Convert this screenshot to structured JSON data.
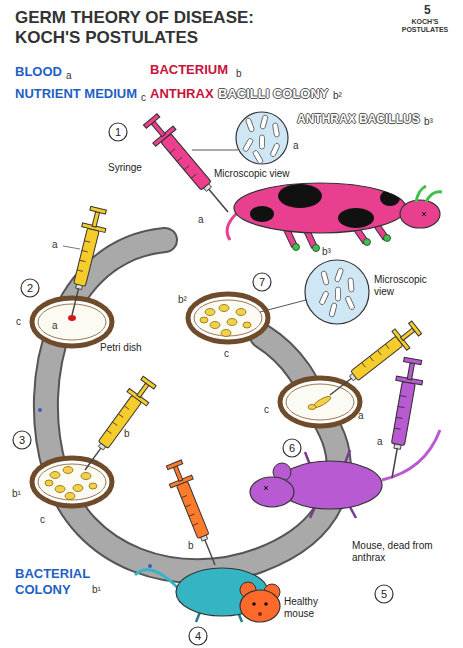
{
  "diagram": {
    "title": "GERM THEORY OF DISEASE: KOCH'S POSTULATES",
    "labels": [
      "5",
      "KOCH'S POSTULATES",
      "BLOOD",
      "a",
      "BACTERIUM",
      "b",
      "NUTRIENT MEDIUM",
      "c",
      "ANTHRAX",
      "BACILLI COLONY",
      "b²",
      "ANTHRAX BACILLUS",
      "b³",
      "1",
      "Syringe",
      "a",
      "Microscopic view",
      "a",
      "2",
      "a",
      "c",
      "a",
      "Petri dish",
      "7",
      "b³",
      "Microscopic view",
      "b²",
      "c",
      "c",
      "a",
      "a",
      "3",
      "b",
      "6",
      "b¹",
      "c",
      "Mouse, dead from anthrax",
      "b",
      "5",
      "BACTERIAL COLONY",
      "b¹",
      "Healthy mouse",
      "4"
    ]
  }
}
